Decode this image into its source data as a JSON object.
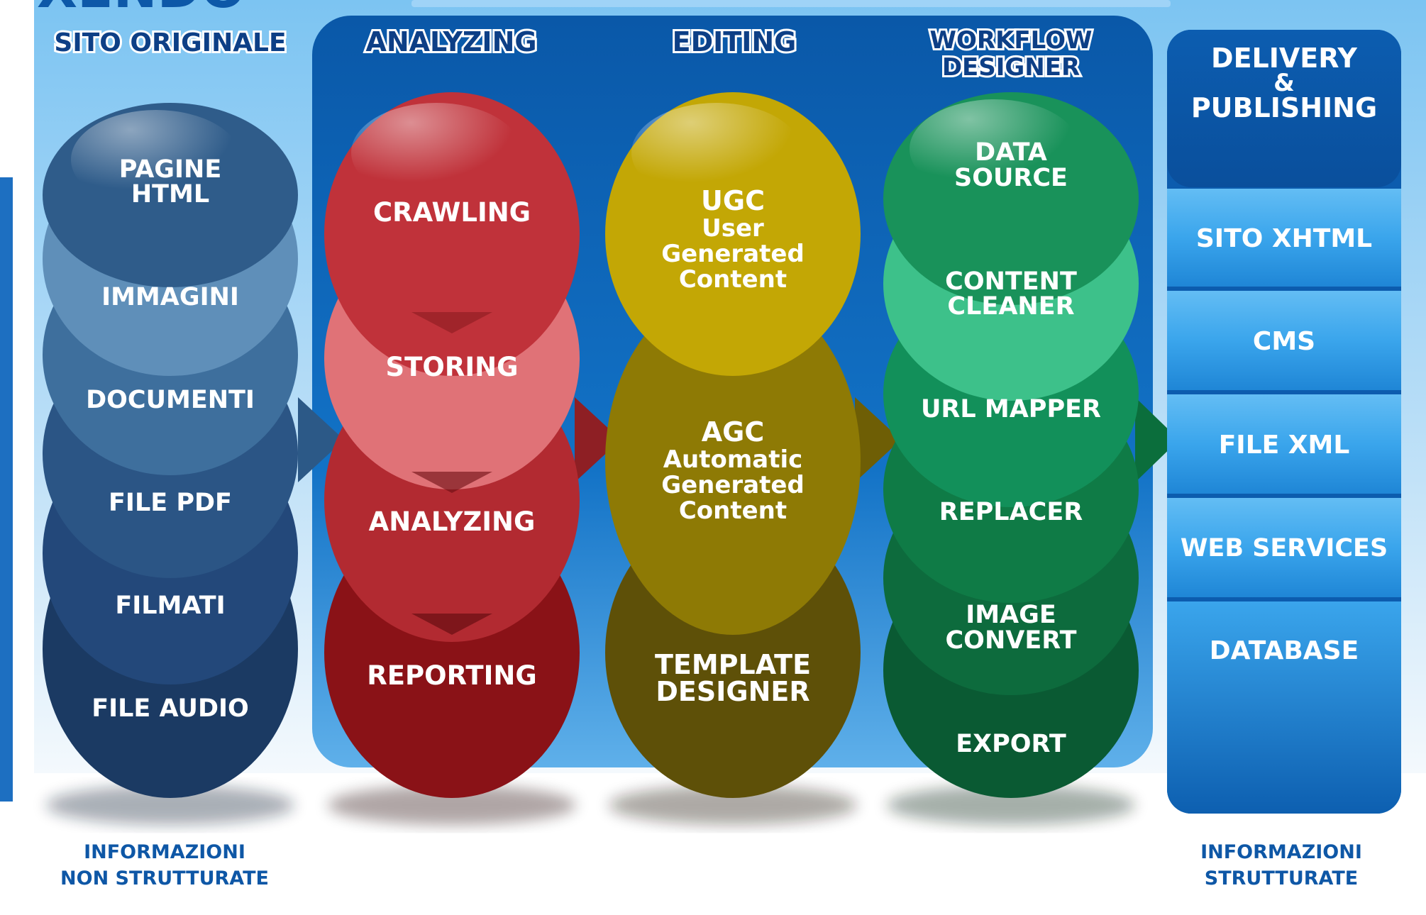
{
  "colors": {
    "sky_top": "#7cc4f2",
    "sky_bottom": "#f4f9fd",
    "panel_blue": "#0d5fb0",
    "panel_blue_dark": "#084c92",
    "header_text": "#0d3f86",
    "caption_text": "#0e57a6",
    "col_source": "#2c5987",
    "col_analyzing": "#b72a30",
    "col_editing": "#9a8506",
    "col_workflow": "#0f8a4e",
    "delivery_head": "#0b5aae",
    "delivery_cell": "#3fa9ee"
  },
  "logo_fragment": "XENDO",
  "headers": {
    "source": "SITO ORIGINALE",
    "analyzing": "ANALYZING",
    "editing": "EDITING",
    "workflow_line1": "WORKFLOW",
    "workflow_line2": "DESIGNER"
  },
  "columns": {
    "source": {
      "items": [
        "PAGINE HTML",
        "IMMAGINI",
        "DOCUMENTI",
        "FILE PDF",
        "FILMATI",
        "FILE AUDIO"
      ]
    },
    "analyzing": {
      "items": [
        "CRAWLING",
        "STORING",
        "ANALYZING",
        "REPORTING"
      ]
    },
    "editing": {
      "ugc_title": "UGC",
      "ugc_lines": [
        "User",
        "Generated",
        "Content"
      ],
      "agc_title": "AGC",
      "agc_lines": [
        "Automatic",
        "Generated",
        "Content"
      ],
      "template_lines": [
        "TEMPLATE",
        "DESIGNER"
      ]
    },
    "workflow": {
      "items": [
        "DATA SOURCE",
        "CONTENT CLEANER",
        "URL MAPPER",
        "REPLACER",
        "IMAGE CONVERT",
        "EXPORT"
      ]
    }
  },
  "delivery": {
    "title_lines": [
      "DELIVERY",
      "&",
      "PUBLISHING"
    ],
    "items": [
      "SITO XHTML",
      "CMS",
      "FILE XML",
      "WEB SERVICES",
      "DATABASE"
    ]
  },
  "captions": {
    "left_line1": "INFORMAZIONI",
    "left_line2": "NON STRUTTURATE",
    "right_line1": "INFORMAZIONI",
    "right_line2": "STRUTTURATE"
  }
}
